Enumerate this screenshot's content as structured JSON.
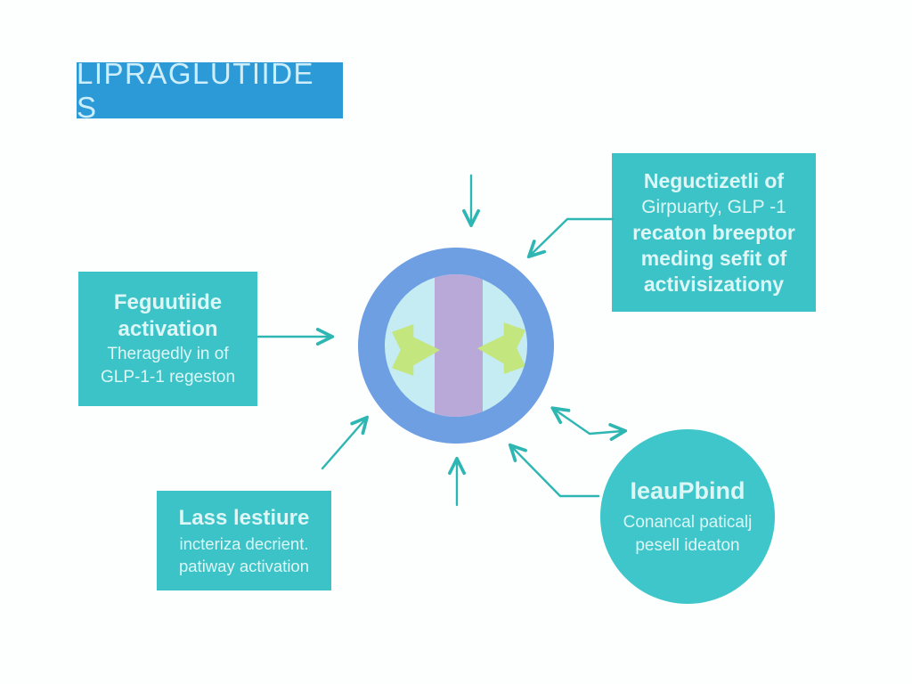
{
  "title": {
    "label": "LIPRAGLUTIIDE S"
  },
  "nodes": {
    "top_right_box": {
      "lines": [
        "Neguctizetli of",
        "Girpuarty, GLP -1",
        "recaton breeptor",
        "meding sefit of",
        "activisizationy"
      ]
    },
    "left_box": {
      "lines": [
        "Feguutiide",
        "activation",
        "Theragedly in of",
        "GLP-1-1 regeston"
      ]
    },
    "bottom_left_box": {
      "lines": [
        "Lass lestiure",
        "incteriza decrient.",
        "patiway activation"
      ]
    },
    "bottom_right_circle": {
      "lines": [
        "IeauPbind",
        "Conancal paticalj",
        "pesell ideaton"
      ]
    }
  },
  "colors": {
    "title_bg": "#2b9ad7",
    "title_text": "#cdeefa",
    "teal_box_bg": "#3cc3c8",
    "teal_circle_bg": "#3ec6ca",
    "box_text": "#ddf6f6",
    "arrow_stroke": "#2eb6b3",
    "receptor_ring": "#6d9fe2",
    "receptor_inner": "#c5ecf3",
    "receptor_band": "#b9a9d9",
    "receptor_green": "#c3e67f",
    "background": "#fdfefe"
  }
}
